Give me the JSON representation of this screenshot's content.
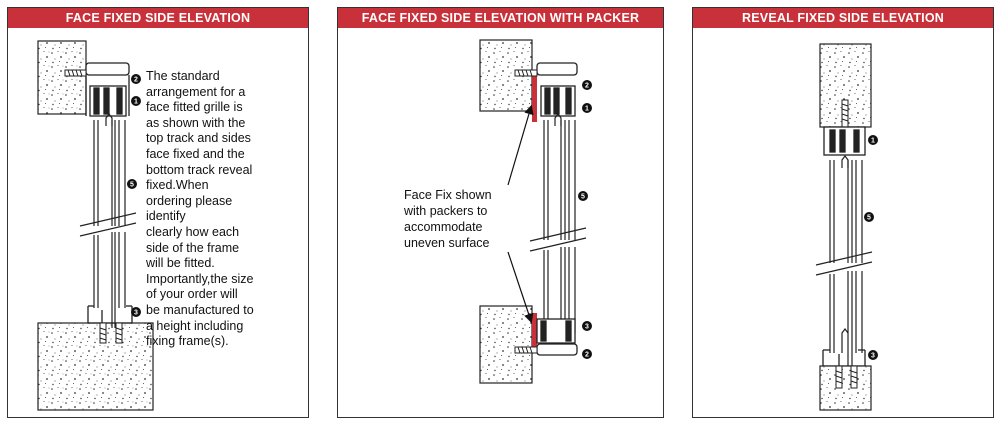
{
  "panels": [
    {
      "title": "FACE FIXED SIDE ELEVATION",
      "description_lines": [
        "The standard",
        "arrangement for a",
        "face fitted grille is",
        "as shown with the",
        "top track and sides",
        "face fixed and the",
        "bottom track reveal",
        "fixed.When",
        "ordering please",
        "identify",
        "clearly how each",
        "side of the frame",
        "will be fitted.",
        "Importantly,the size",
        "of your order will",
        "be manufactured to",
        "a height including",
        "fixing frame(s)."
      ],
      "markers": [
        "2",
        "1",
        "5",
        "3"
      ]
    },
    {
      "title": "FACE FIXED SIDE ELEVATION WITH PACKER",
      "callout_lines": [
        "Face Fix shown",
        "with packers to",
        "accommodate",
        "uneven surface"
      ],
      "markers": [
        "2",
        "1",
        "5",
        "3",
        "2"
      ]
    },
    {
      "title": "REVEAL FIXED SIDE ELEVATION",
      "markers": [
        "1",
        "5",
        "3"
      ]
    }
  ],
  "colors": {
    "header": "#c9313a",
    "packer": "#c9313a",
    "line": "#222222"
  }
}
